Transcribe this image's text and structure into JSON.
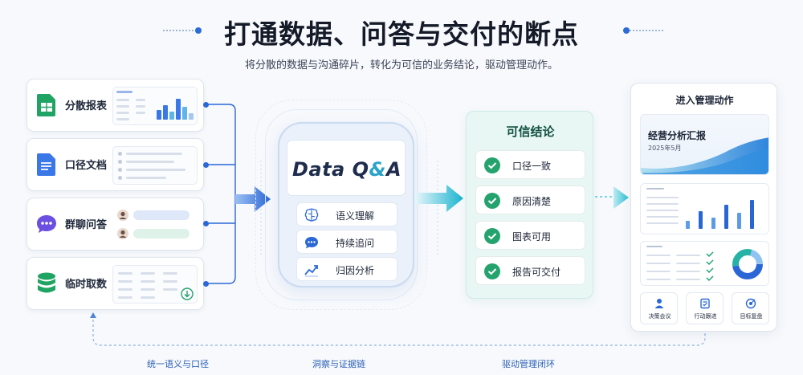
{
  "header": {
    "title": "打通数据、问答与交付的断点",
    "subtitle": "将分散的数据与沟通碎片，转化为可信的业务结论，驱动管理动作。"
  },
  "sources": [
    {
      "label": "分散报表",
      "icon": "spreadsheet-icon",
      "color": "#1fa463"
    },
    {
      "label": "口径文档",
      "icon": "document-icon",
      "color": "#3b78e7"
    },
    {
      "label": "群聊问答",
      "icon": "chat-icon",
      "color": "#6a4fe0"
    },
    {
      "label": "临时取数",
      "icon": "database-icon",
      "color": "#1fa463"
    }
  ],
  "qa": {
    "logo_main": "Data Q",
    "logo_amp": "&",
    "logo_end": "A",
    "items": [
      {
        "label": "语义理解",
        "icon": "brain-icon"
      },
      {
        "label": "持续追问",
        "icon": "chat-bubble-icon"
      },
      {
        "label": "归因分析",
        "icon": "trend-icon"
      }
    ]
  },
  "conclusion": {
    "title": "可信结论",
    "items": [
      "口径一致",
      "原因清楚",
      "图表可用",
      "报告可交付"
    ]
  },
  "report": {
    "header": "进入管理动作",
    "hero_title": "经营分析汇报",
    "hero_date": "2025年5月",
    "actions": [
      {
        "label": "决策会议",
        "icon": "people-icon"
      },
      {
        "label": "行动跟进",
        "icon": "checklist-icon"
      },
      {
        "label": "目标复盘",
        "icon": "target-icon"
      }
    ]
  },
  "footer": {
    "items": [
      "统一语义与口径",
      "洞察与证据链",
      "驱动管理闭环"
    ]
  },
  "colors": {
    "accent": "#2b68d6",
    "teal": "#27b3c9",
    "green": "#25a36e"
  }
}
